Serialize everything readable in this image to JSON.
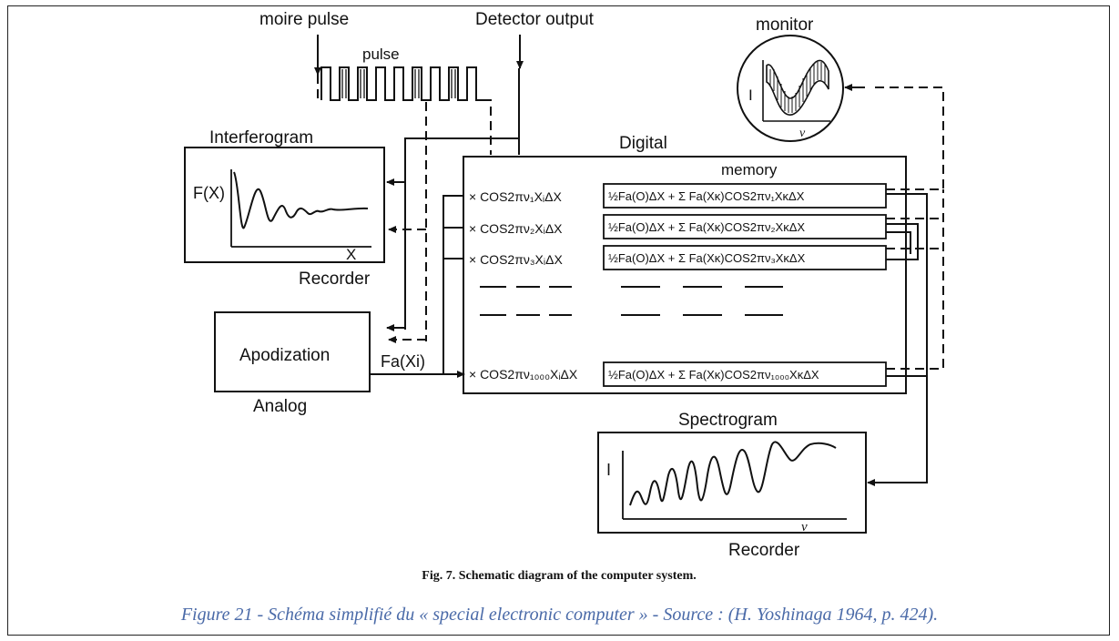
{
  "labels": {
    "moire_pulse": "moire  pulse",
    "pulse": "pulse",
    "detector_output": "Detector  output",
    "monitor": "monitor",
    "interferogram": "Interferogram",
    "fx": "F(X)",
    "x_axis": "X",
    "recorder_top": "Recorder",
    "digital": "Digital",
    "memory": "memory",
    "apodization": "Apodization",
    "analog": "Analog",
    "fa_xi": "Fa(Xi)",
    "spectrogram": "Spectrogram",
    "spec_i": "I",
    "spec_nu": "ν",
    "recorder_bottom": "Recorder",
    "monitor_i": "I",
    "monitor_nu": "ν"
  },
  "multipliers": [
    "× COS2πν₁XᵢΔX",
    "× COS2πν₂XᵢΔX",
    "× COS2πν₃XᵢΔX",
    "× COS2πν₁₀₀₀XᵢΔX"
  ],
  "memory_cells": [
    "½Fa(O)ΔX + Σ Fa(Xκ)COS2πν₁XκΔX",
    "½Fa(O)ΔX + Σ Fa(Xκ)COS2πν₂XκΔX",
    "½Fa(O)ΔX + Σ Fa(Xκ)COS2πν₃XκΔX",
    "½Fa(O)ΔX + Σ Fa(Xκ)COS2πν₁₀₀₀XκΔX"
  ],
  "fig_caption": "Fig. 7.  Schematic diagram of the computer system.",
  "figure_caption": "Figure 21 - Schéma simplifié du « special electronic computer » - Source : (H. Yoshinaga 1964, p. 424).",
  "colors": {
    "ink": "#111111",
    "caption": "#4a6aa8"
  }
}
